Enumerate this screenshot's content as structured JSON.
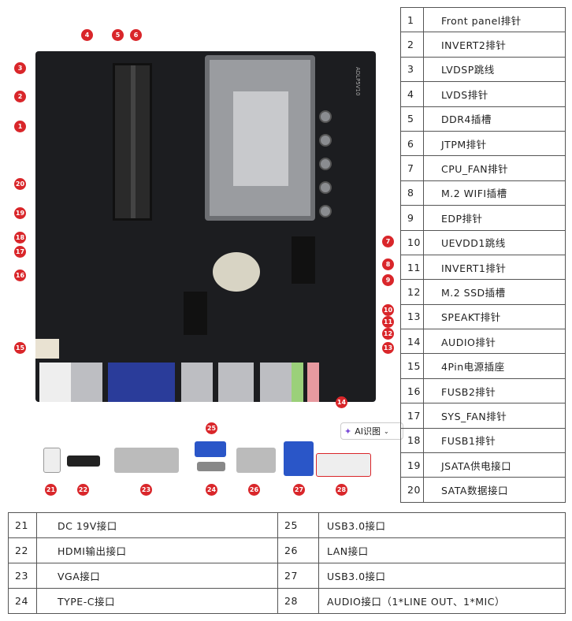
{
  "right_table": [
    {
      "n": "1",
      "label": "Front panel排针"
    },
    {
      "n": "2",
      "label": "INVERT2排针"
    },
    {
      "n": "3",
      "label": "LVDSP跳线"
    },
    {
      "n": "4",
      "label": "LVDS排针"
    },
    {
      "n": "5",
      "label": "DDR4插槽"
    },
    {
      "n": "6",
      "label": "JTPM排针"
    },
    {
      "n": "7",
      "label": "CPU_FAN排针"
    },
    {
      "n": "8",
      "label": "M.2 WIFI插槽"
    },
    {
      "n": "9",
      "label": "EDP排针"
    },
    {
      "n": "10",
      "label": "UEVDD1跳线"
    },
    {
      "n": "11",
      "label": "INVERT1排针"
    },
    {
      "n": "12",
      "label": "M.2 SSD插槽"
    },
    {
      "n": "13",
      "label": "SPEAKT排针"
    },
    {
      "n": "14",
      "label": "AUDIO排针"
    },
    {
      "n": "15",
      "label": "4Pin电源插座"
    },
    {
      "n": "16",
      "label": "FUSB2排针"
    },
    {
      "n": "17",
      "label": "SYS_FAN排针"
    },
    {
      "n": "18",
      "label": "FUSB1排针"
    },
    {
      "n": "19",
      "label": "JSATA供电接口"
    },
    {
      "n": "20",
      "label": "SATA数据接口"
    }
  ],
  "bottom_table": [
    {
      "n1": "21",
      "l1": "DC 19V接口",
      "n2": "25",
      "l2": "USB3.0接口"
    },
    {
      "n1": "22",
      "l1": "HDMI输出接口",
      "n2": "26",
      "l2": "LAN接口"
    },
    {
      "n1": "23",
      "l1": "VGA接口",
      "n2": "27",
      "l2": "USB3.0接口"
    },
    {
      "n1": "24",
      "l1": "TYPE-C接口",
      "n2": "28",
      "l2": "AUDIO接口（1*LINE OUT、1*MIC）"
    }
  ],
  "ai_button": {
    "label": "AI识图",
    "icon": "sparkle-scan-icon"
  },
  "board_label": "ADLP5V10",
  "markers": [
    "1",
    "2",
    "3",
    "4",
    "5",
    "6",
    "7",
    "8",
    "9",
    "10",
    "11",
    "12",
    "13",
    "14",
    "15",
    "16",
    "17",
    "18",
    "19",
    "20",
    "21",
    "22",
    "23",
    "24",
    "25",
    "26",
    "27",
    "28"
  ]
}
